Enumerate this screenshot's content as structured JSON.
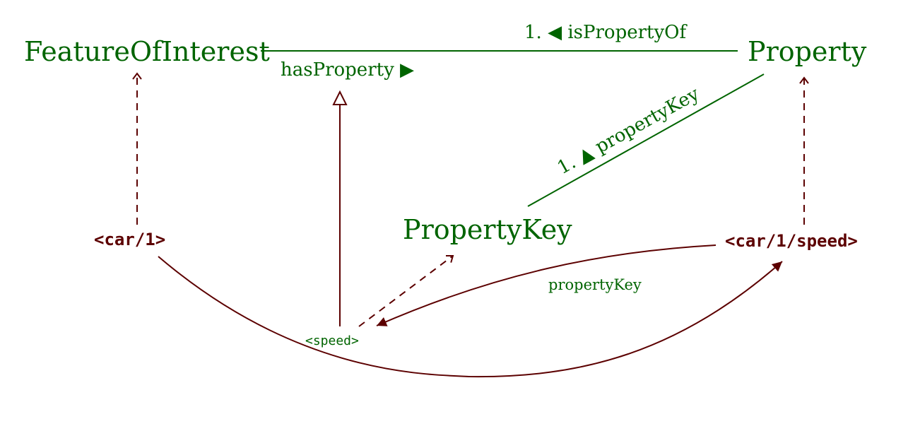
{
  "colors": {
    "class_green": "#006400",
    "instance_maroon": "#5c0000"
  },
  "classes": {
    "feature_of_interest": "FeatureOfInterest",
    "property": "Property",
    "property_key": "PropertyKey"
  },
  "instances": {
    "car": "<car/1>",
    "car_speed": "<car/1/speed>",
    "speed": "<speed>"
  },
  "edges": {
    "is_property_of": "1. ◀ isPropertyOf",
    "has_property": "hasProperty ▶",
    "property_key_class": "1. ▲ propertyKey",
    "property_key_instance": "propertyKey"
  }
}
